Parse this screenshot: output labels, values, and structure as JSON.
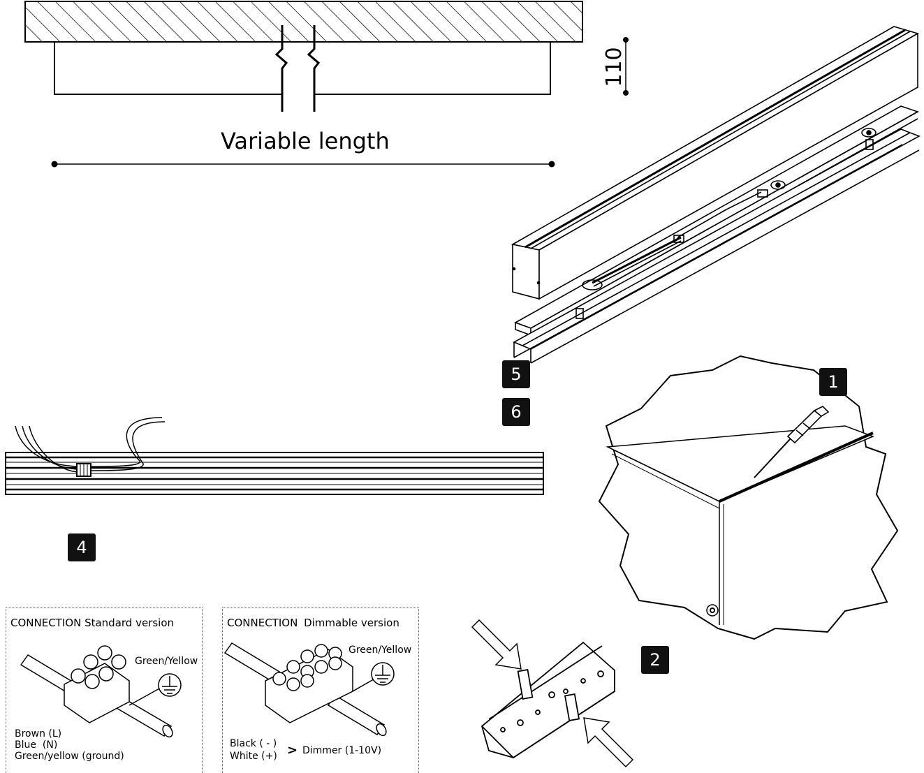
{
  "dimensions": {
    "height_label": "110",
    "length_label": "Variable length"
  },
  "steps": {
    "s1": "1",
    "s2": "2",
    "s4": "4",
    "s5": "5",
    "s6": "6"
  },
  "connection_standard": {
    "title": "CONNECTION",
    "subtitle": "Standard version",
    "ground_label": "Green/Yellow",
    "wires": [
      "Brown (L)",
      "Blue  (N)",
      "Green/yellow (ground)"
    ]
  },
  "connection_dimmable": {
    "title": "CONNECTION",
    "subtitle": "Dimmable version",
    "ground_label": "Green/Yellow",
    "wire_black": "Black ( - )",
    "wire_white": "White (+)",
    "arrow": ">",
    "dimmer": "Dimmer (1-10V)"
  },
  "icons": [
    "ground-symbol-icon",
    "screwdriver-icon",
    "press-arrow-icon"
  ],
  "colors": {
    "ink": "#000000",
    "badge_bg": "#111111",
    "badge_fg": "#ffffff",
    "hatch": "#000000"
  }
}
